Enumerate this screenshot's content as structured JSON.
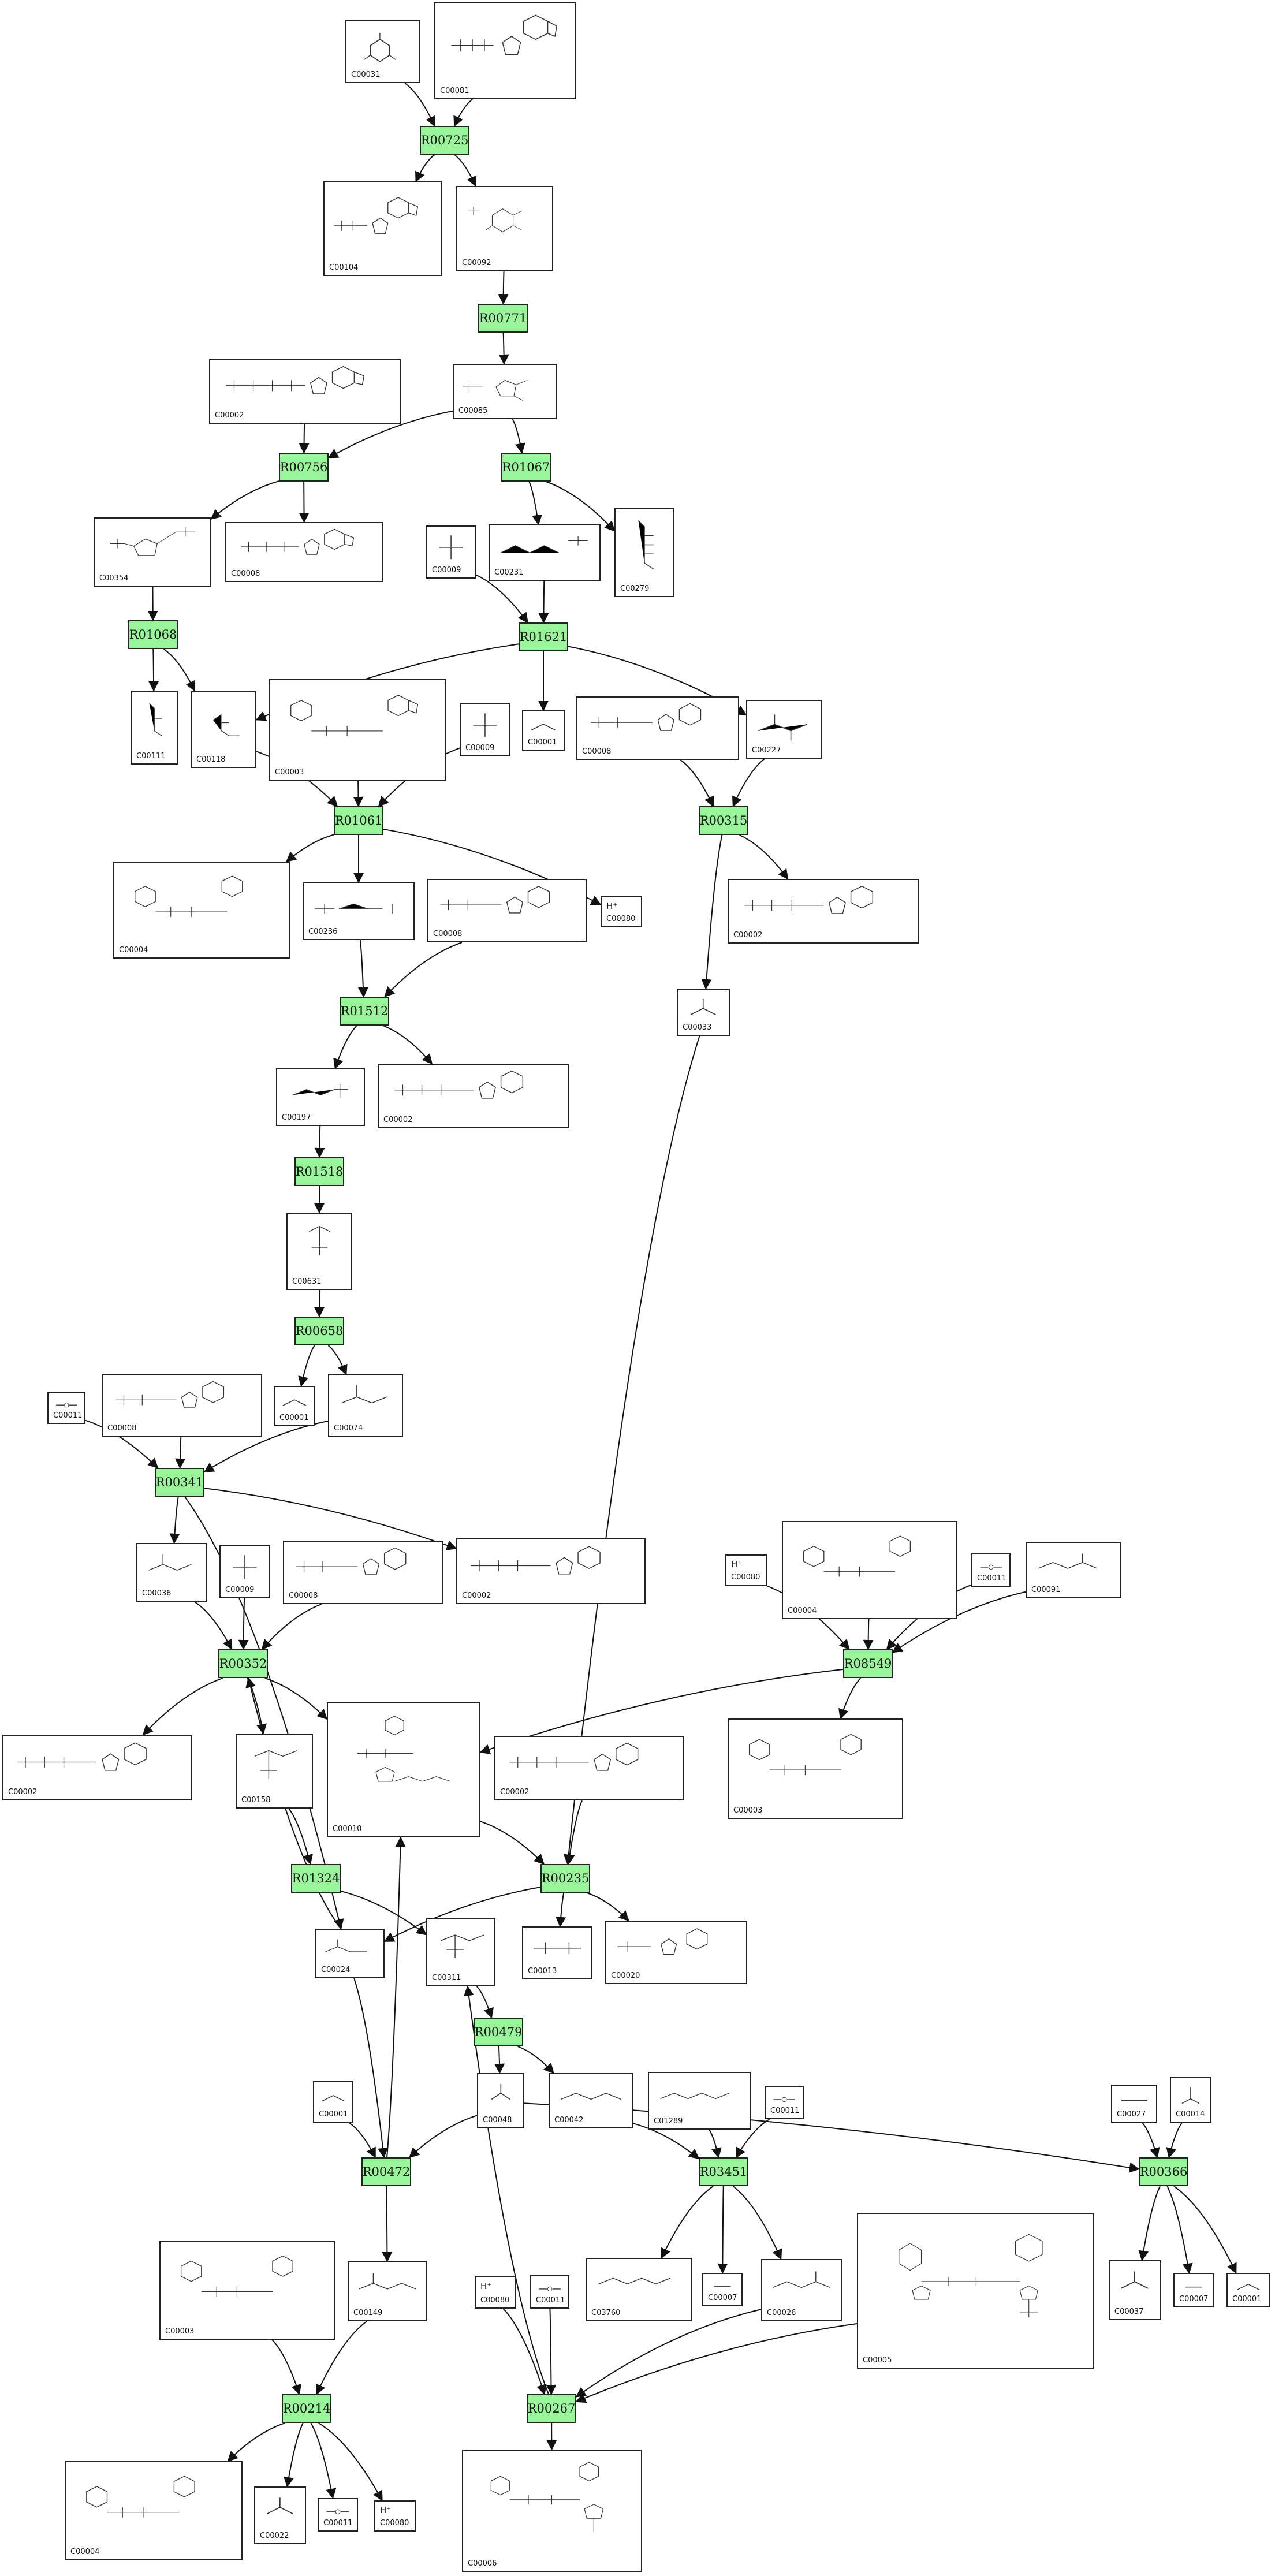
{
  "reactions": [
    {
      "id": "R00725",
      "label": "R00725"
    },
    {
      "id": "R00771",
      "label": "R00771"
    },
    {
      "id": "R00756",
      "label": "R00756"
    },
    {
      "id": "R01067",
      "label": "R01067"
    },
    {
      "id": "R01068",
      "label": "R01068"
    },
    {
      "id": "R01621",
      "label": "R01621"
    },
    {
      "id": "R01061",
      "label": "R01061"
    },
    {
      "id": "R00315",
      "label": "R00315"
    },
    {
      "id": "R01512",
      "label": "R01512"
    },
    {
      "id": "R01518",
      "label": "R01518"
    },
    {
      "id": "R00658",
      "label": "R00658"
    },
    {
      "id": "R00341",
      "label": "R00341"
    },
    {
      "id": "R00352",
      "label": "R00352"
    },
    {
      "id": "R08549",
      "label": "R08549"
    },
    {
      "id": "R01324",
      "label": "R01324"
    },
    {
      "id": "R00235",
      "label": "R00235"
    },
    {
      "id": "R00479",
      "label": "R00479"
    },
    {
      "id": "R00472",
      "label": "R00472"
    },
    {
      "id": "R03451",
      "label": "R03451"
    },
    {
      "id": "R00366",
      "label": "R00366"
    },
    {
      "id": "R00214",
      "label": "R00214"
    },
    {
      "id": "R00267",
      "label": "R00267"
    }
  ],
  "compounds": [
    {
      "key": "c1",
      "id": "C00031",
      "label": "C00031"
    },
    {
      "key": "c2",
      "id": "C00081",
      "label": "C00081"
    },
    {
      "key": "c3",
      "id": "C00104",
      "label": "C00104"
    },
    {
      "key": "c4",
      "id": "C00092",
      "label": "C00092"
    },
    {
      "key": "c5",
      "id": "C00002",
      "label": "C00002"
    },
    {
      "key": "c6",
      "id": "C00085",
      "label": "C00085"
    },
    {
      "key": "c7",
      "id": "C00354",
      "label": "C00354"
    },
    {
      "key": "c8",
      "id": "C00008",
      "label": "C00008"
    },
    {
      "key": "c9",
      "id": "C00009",
      "label": "C00009"
    },
    {
      "key": "c10",
      "id": "C00231",
      "label": "C00231"
    },
    {
      "key": "c11",
      "id": "C00279",
      "label": "C00279"
    },
    {
      "key": "c12",
      "id": "C00111",
      "label": "C00111"
    },
    {
      "key": "c13",
      "id": "C00118",
      "label": "C00118"
    },
    {
      "key": "c14",
      "id": "C00003",
      "label": "C00003"
    },
    {
      "key": "c15",
      "id": "C00009",
      "label": "C00009"
    },
    {
      "key": "c16",
      "id": "C00001",
      "label": "C00001"
    },
    {
      "key": "c17",
      "id": "C00008",
      "label": "C00008"
    },
    {
      "key": "c18",
      "id": "C00227",
      "label": "C00227"
    },
    {
      "key": "c19",
      "id": "C00004",
      "label": "C00004"
    },
    {
      "key": "c20",
      "id": "C00236",
      "label": "C00236"
    },
    {
      "key": "c21",
      "id": "C00008",
      "label": "C00008"
    },
    {
      "key": "c22",
      "id": "C00080",
      "label": "C00080"
    },
    {
      "key": "c23",
      "id": "C00002",
      "label": "C00002"
    },
    {
      "key": "c24",
      "id": "C00033",
      "label": "C00033"
    },
    {
      "key": "c25",
      "id": "C00197",
      "label": "C00197"
    },
    {
      "key": "c26",
      "id": "C00002",
      "label": "C00002"
    },
    {
      "key": "c27",
      "id": "C00631",
      "label": "C00631"
    },
    {
      "key": "c28",
      "id": "C00011",
      "label": "C00011"
    },
    {
      "key": "c29",
      "id": "C00008",
      "label": "C00008"
    },
    {
      "key": "c30",
      "id": "C00001",
      "label": "C00001"
    },
    {
      "key": "c31",
      "id": "C00074",
      "label": "C00074"
    },
    {
      "key": "c32",
      "id": "C00036",
      "label": "C00036"
    },
    {
      "key": "c33",
      "id": "C00009",
      "label": "C00009"
    },
    {
      "key": "c34",
      "id": "C00008",
      "label": "C00008"
    },
    {
      "key": "c35",
      "id": "C00002",
      "label": "C00002"
    },
    {
      "key": "c36",
      "id": "C00080",
      "label": "C00080"
    },
    {
      "key": "c37",
      "id": "C00004",
      "label": "C00004"
    },
    {
      "key": "c38",
      "id": "C00011",
      "label": "C00011"
    },
    {
      "key": "c39",
      "id": "C00091",
      "label": "C00091"
    },
    {
      "key": "c40",
      "id": "C00002",
      "label": "C00002"
    },
    {
      "key": "c41",
      "id": "C00158",
      "label": "C00158"
    },
    {
      "key": "c42",
      "id": "C00010",
      "label": "C00010"
    },
    {
      "key": "c43",
      "id": "C00002",
      "label": "C00002"
    },
    {
      "key": "c44",
      "id": "C00003",
      "label": "C00003"
    },
    {
      "key": "c45",
      "id": "C00024",
      "label": "C00024"
    },
    {
      "key": "c46",
      "id": "C00311",
      "label": "C00311"
    },
    {
      "key": "c47",
      "id": "C00013",
      "label": "C00013"
    },
    {
      "key": "c48",
      "id": "C00020",
      "label": "C00020"
    },
    {
      "key": "c49",
      "id": "C00001",
      "label": "C00001"
    },
    {
      "key": "c50",
      "id": "C00048",
      "label": "C00048"
    },
    {
      "key": "c51",
      "id": "C00042",
      "label": "C00042"
    },
    {
      "key": "c52",
      "id": "C01289",
      "label": "C01289"
    },
    {
      "key": "c53",
      "id": "C00011",
      "label": "C00011"
    },
    {
      "key": "c54",
      "id": "C00027",
      "label": "C00027"
    },
    {
      "key": "c55",
      "id": "C00014",
      "label": "C00014"
    },
    {
      "key": "c56",
      "id": "C00003",
      "label": "C00003"
    },
    {
      "key": "c57",
      "id": "C00149",
      "label": "C00149"
    },
    {
      "key": "c58",
      "id": "C00080",
      "label": "C00080"
    },
    {
      "key": "c59",
      "id": "C00011",
      "label": "C00011"
    },
    {
      "key": "c60",
      "id": "C03760",
      "label": "C03760"
    },
    {
      "key": "c61",
      "id": "C00007",
      "label": "C00007"
    },
    {
      "key": "c62",
      "id": "C00026",
      "label": "C00026"
    },
    {
      "key": "c63",
      "id": "C00005",
      "label": "C00005"
    },
    {
      "key": "c64",
      "id": "C00037",
      "label": "C00037"
    },
    {
      "key": "c65",
      "id": "C00007",
      "label": "C00007"
    },
    {
      "key": "c66",
      "id": "C00001",
      "label": "C00001"
    },
    {
      "key": "c67",
      "id": "C00004",
      "label": "C00004"
    },
    {
      "key": "c68",
      "id": "C00022",
      "label": "C00022"
    },
    {
      "key": "c69",
      "id": "C00011",
      "label": "C00011"
    },
    {
      "key": "c70",
      "id": "C00080",
      "label": "C00080"
    },
    {
      "key": "c71",
      "id": "C00006",
      "label": "C00006"
    }
  ],
  "edges": [
    [
      "c1",
      "R00725"
    ],
    [
      "c2",
      "R00725"
    ],
    [
      "R00725",
      "c3"
    ],
    [
      "R00725",
      "c4"
    ],
    [
      "c4",
      "R00771"
    ],
    [
      "R00771",
      "c6"
    ],
    [
      "c5",
      "R00756"
    ],
    [
      "c6",
      "R00756"
    ],
    [
      "R00756",
      "c7"
    ],
    [
      "R00756",
      "c8"
    ],
    [
      "c6",
      "R01067"
    ],
    [
      "R01067",
      "c10"
    ],
    [
      "R01067",
      "c11"
    ],
    [
      "c7",
      "R01068"
    ],
    [
      "R01068",
      "c12"
    ],
    [
      "R01068",
      "c13"
    ],
    [
      "c9",
      "R01621"
    ],
    [
      "c10",
      "R01621"
    ],
    [
      "R01621",
      "c13"
    ],
    [
      "R01621",
      "c16"
    ],
    [
      "R01621",
      "c18"
    ],
    [
      "c13",
      "R01061"
    ],
    [
      "c14",
      "R01061"
    ],
    [
      "c15",
      "R01061"
    ],
    [
      "R01061",
      "c19"
    ],
    [
      "R01061",
      "c20"
    ],
    [
      "R01061",
      "c22"
    ],
    [
      "c17",
      "R00315"
    ],
    [
      "c18",
      "R00315"
    ],
    [
      "R00315",
      "c23"
    ],
    [
      "R00315",
      "c24"
    ],
    [
      "c20",
      "R01512"
    ],
    [
      "c21",
      "R01512"
    ],
    [
      "R01512",
      "c25"
    ],
    [
      "R01512",
      "c26"
    ],
    [
      "c25",
      "R01518"
    ],
    [
      "R01518",
      "c27"
    ],
    [
      "c27",
      "R00658"
    ],
    [
      "R00658",
      "c30"
    ],
    [
      "R00658",
      "c31"
    ],
    [
      "c28",
      "R00341"
    ],
    [
      "c29",
      "R00341"
    ],
    [
      "c31",
      "R00341"
    ],
    [
      "R00341",
      "c32"
    ],
    [
      "R00341",
      "c35"
    ],
    [
      "c32",
      "R00352"
    ],
    [
      "c33",
      "R00352"
    ],
    [
      "c34",
      "R00352"
    ],
    [
      "R00352",
      "c40"
    ],
    [
      "R00352",
      "c41"
    ],
    [
      "R00352",
      "c42"
    ],
    [
      "c36",
      "R08549"
    ],
    [
      "c37",
      "R08549"
    ],
    [
      "c38",
      "R08549"
    ],
    [
      "c39",
      "R08549"
    ],
    [
      "R08549",
      "c44"
    ],
    [
      "R08549",
      "c42"
    ],
    [
      "c41",
      "R01324"
    ],
    [
      "R01324",
      "c46"
    ],
    [
      "c43",
      "R00235"
    ],
    [
      "c42",
      "R00235"
    ],
    [
      "c24",
      "R00235"
    ],
    [
      "R00235",
      "c47"
    ],
    [
      "R00235",
      "c48"
    ],
    [
      "R00235",
      "c45"
    ],
    [
      "c46",
      "R00479"
    ],
    [
      "R00479",
      "c50"
    ],
    [
      "R00479",
      "c51"
    ],
    [
      "c49",
      "R00472"
    ],
    [
      "c50",
      "R00472"
    ],
    [
      "c45",
      "R00472"
    ],
    [
      "R00472",
      "c42"
    ],
    [
      "R00472",
      "c57"
    ],
    [
      "c51",
      "R03451"
    ],
    [
      "c52",
      "R03451"
    ],
    [
      "c53",
      "R03451"
    ],
    [
      "R03451",
      "c60"
    ],
    [
      "R03451",
      "c61"
    ],
    [
      "R03451",
      "c62"
    ],
    [
      "c54",
      "R00366"
    ],
    [
      "c55",
      "R00366"
    ],
    [
      "c50",
      "R00366"
    ],
    [
      "R00366",
      "c64"
    ],
    [
      "R00366",
      "c65"
    ],
    [
      "R00366",
      "c66"
    ],
    [
      "c56",
      "R00214"
    ],
    [
      "c57",
      "R00214"
    ],
    [
      "R00214",
      "c67"
    ],
    [
      "R00214",
      "c68"
    ],
    [
      "R00214",
      "c69"
    ],
    [
      "R00214",
      "c70"
    ],
    [
      "c58",
      "R00267"
    ],
    [
      "c59",
      "R00267"
    ],
    [
      "c62",
      "R00267"
    ],
    [
      "c63",
      "R00267"
    ],
    [
      "R00267",
      "c71"
    ],
    [
      "R00267",
      "c46"
    ],
    [
      "R00341",
      "c45"
    ],
    [
      "c45",
      "R00352"
    ]
  ]
}
